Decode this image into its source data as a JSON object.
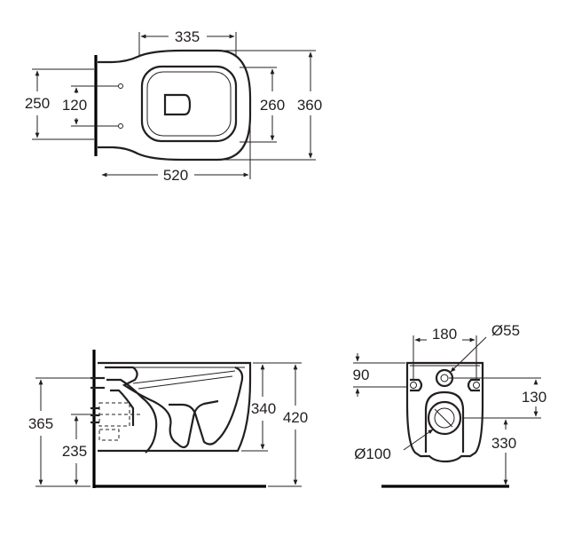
{
  "top_view": {
    "width_335": "335",
    "depth_250": "250",
    "spacing_120": "120",
    "inner_260": "260",
    "outer_360": "360",
    "length_520": "520"
  },
  "side_view": {
    "height_365": "365",
    "height_235": "235",
    "height_340": "340",
    "height_420": "420"
  },
  "rear_view": {
    "width_180": "180",
    "dia_55": "Ø55",
    "offset_90": "90",
    "offset_130": "130",
    "height_330": "330",
    "dia_100": "Ø100"
  }
}
